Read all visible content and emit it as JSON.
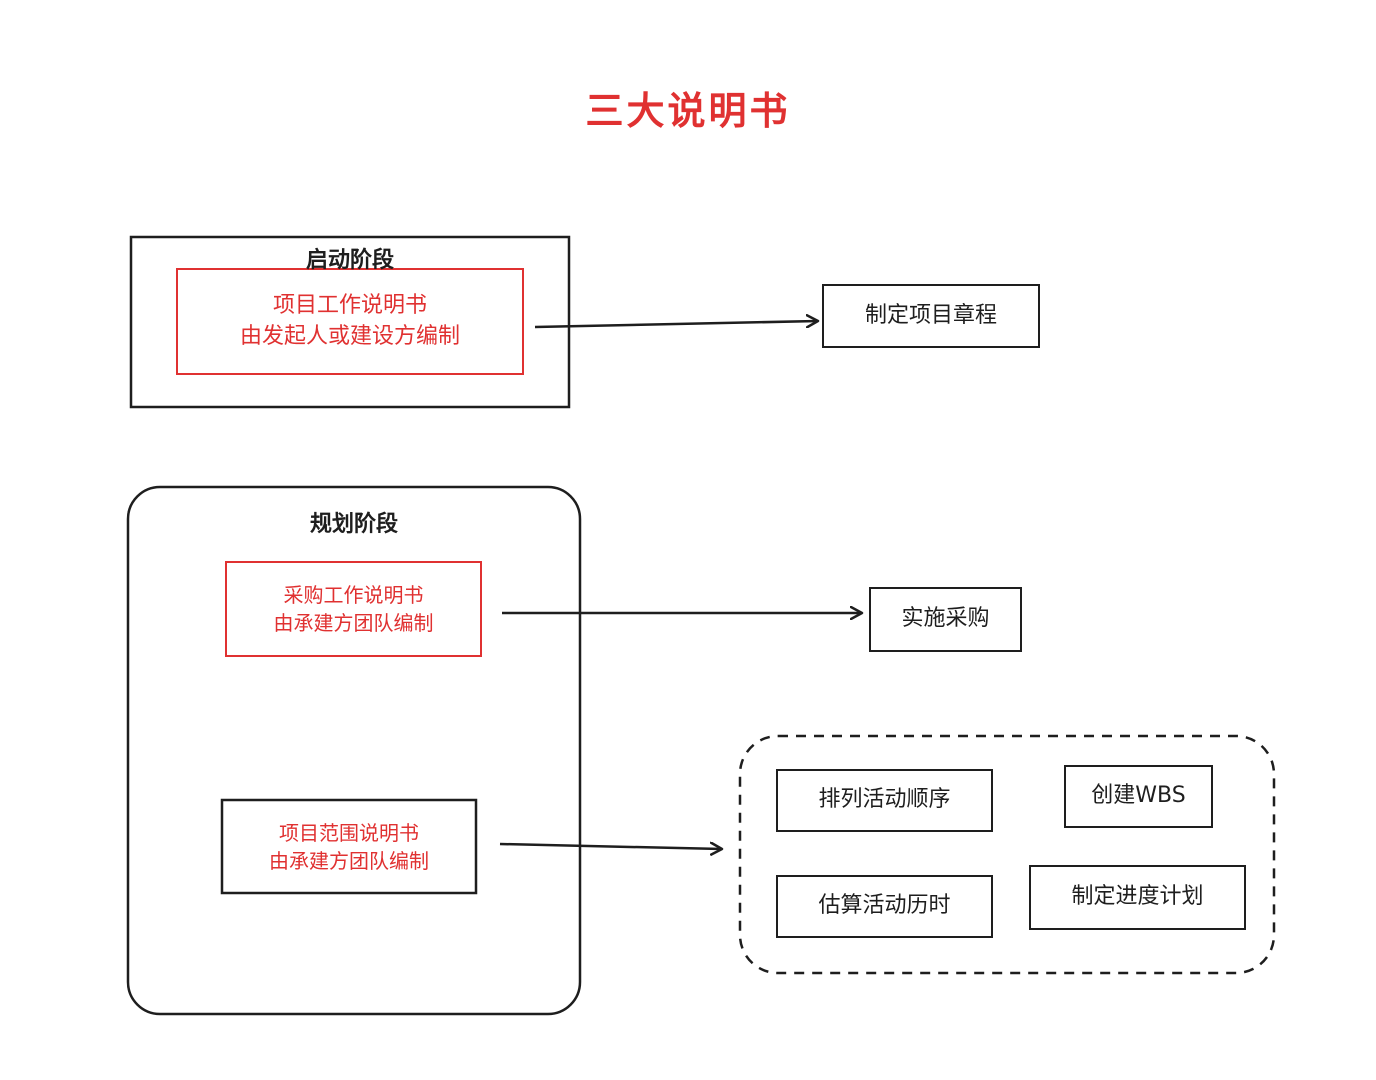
{
  "title": "三大说明书",
  "colors": {
    "accent_red": "#e03131",
    "stroke": "#1e1e1e"
  },
  "initiation": {
    "stage_label": "启动阶段",
    "doc_line1": "项目工作说明书",
    "doc_line2": "由发起人或建设方编制",
    "target": "制定项目章程"
  },
  "planning": {
    "stage_label": "规划阶段",
    "procurement_line1": "采购工作说明书",
    "procurement_line2": "由承建方团队编制",
    "procurement_target": "实施采购",
    "scope_line1": "项目范围说明书",
    "scope_line2": "由承建方团队编制",
    "scope_targets": [
      "排列活动顺序",
      "创建WBS",
      "估算活动历时",
      "制定进度计划"
    ]
  }
}
